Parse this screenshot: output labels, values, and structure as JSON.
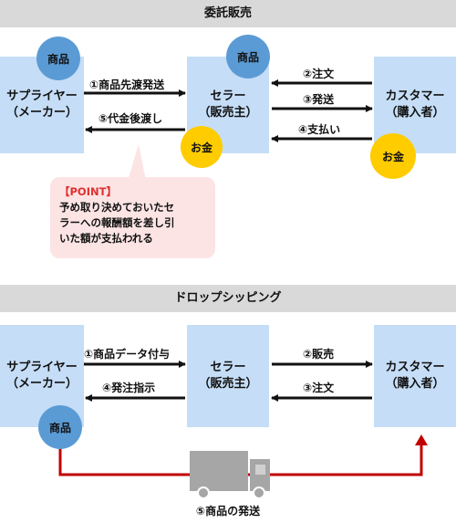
{
  "section1": {
    "title": "委託販売",
    "supplier": {
      "line1": "サプライヤー",
      "line2": "（メーカー）"
    },
    "seller": {
      "line1": "セラー",
      "line2": "（販売主）"
    },
    "customer": {
      "line1": "カスタマー",
      "line2": "（購入者）"
    },
    "goods_badge_supplier": "商品",
    "goods_badge_seller": "商品",
    "money_badge_seller": "お金",
    "money_badge_customer": "お金",
    "flow_goods_transfer": "①商品先渡発送",
    "flow_order": "②注文",
    "flow_ship": "③発送",
    "flow_payment": "④支払い",
    "flow_consignment_payment": "⑤代金後渡し",
    "point_title": "【POINT】",
    "point_text": [
      "予め取り決めておいたセ",
      "ラーへの報酬額を差し引",
      "いた額が支払われる"
    ]
  },
  "section2": {
    "title": "ドロップシッピング",
    "supplier": {
      "line1": "サプライヤー",
      "line2": "（メーカー）"
    },
    "seller": {
      "line1": "セラー",
      "line2": "（販売主）"
    },
    "customer": {
      "line1": "カスタマー",
      "line2": "（購入者）"
    },
    "goods_badge_supplier": "商品",
    "flow_product_data": "①商品データ付与",
    "flow_sale": "②販売",
    "flow_order": "③注文",
    "flow_ship_instruction": "④発注指示",
    "flow_goods_ship": "⑤商品の発送"
  },
  "colors": {
    "box": "#c5ddf6",
    "goods_badge": "#5b9bd5",
    "money_badge": "#ffcc00",
    "callout": "#fce4e4",
    "point": "#e03030",
    "ship_line": "#c00000",
    "truck": "#a6a6a6"
  }
}
